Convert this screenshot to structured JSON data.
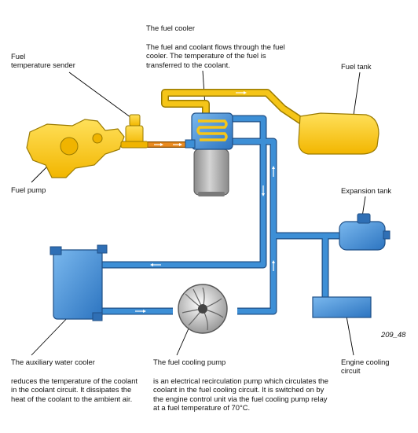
{
  "cooler": {
    "title": "The fuel cooler",
    "description": "The fuel and coolant flows through the fuel\ncooler. The temperature of the fuel is\ntransferred to the coolant."
  },
  "labels": {
    "fuel_temp_sender": "Fuel\ntemperature sender",
    "fuel_tank": "Fuel tank",
    "fuel_pump": "Fuel pump",
    "expansion_tank": "Expansion tank",
    "aux_water_cooler": "The auxiliary water cooler",
    "fuel_cooling_pump": "The fuel cooling pump",
    "engine_cooling_circuit": "Engine cooling\ncircuit",
    "figure_code": "209_48"
  },
  "descriptions": {
    "aux_water_cooler": "reduces the temperature of the coolant\nin the coolant circuit. It dissipates the\nheat of the coolant to the ambient air.",
    "fuel_cooling_pump": "is an electrical recirculation pump which circulates the\ncoolant in the fuel cooling circuit. It is switched on by\nthe engine control unit via the fuel cooling pump relay\nat a fuel temperature of 70°C."
  },
  "colors": {
    "coolant_blue": "#3d8fd6",
    "coolant_dark": "#1f4f86",
    "fuel_yellow": "#f5c518",
    "fuel_dark": "#9a7a00",
    "fuel_orange": "#e98a1e",
    "filter_grey": "#a8a8a8"
  }
}
